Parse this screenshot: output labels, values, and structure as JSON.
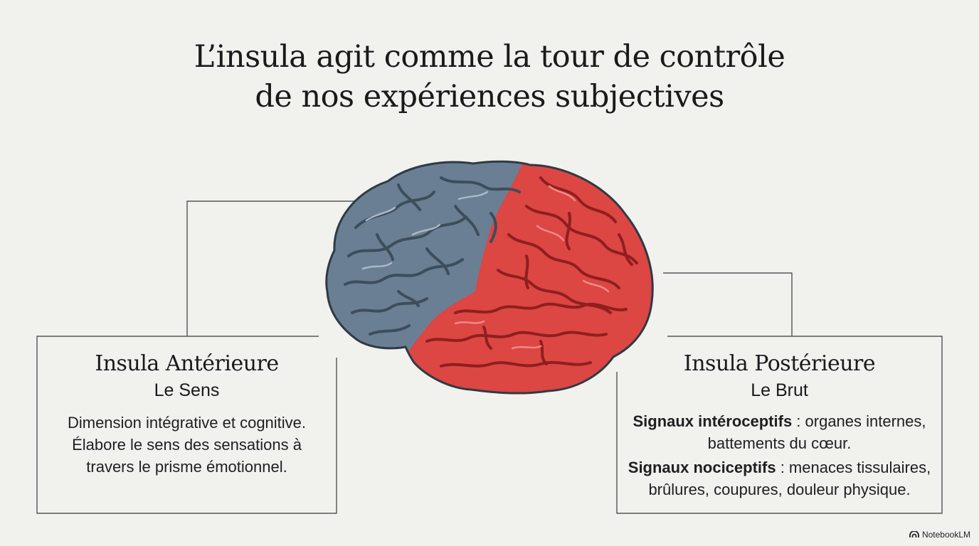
{
  "title": {
    "line1": "L’insula agit comme la tour de contrôle",
    "line2": "de nos expériences subjectives"
  },
  "colors": {
    "background": "#f1f1ed",
    "anterior_region": "#6a7f93",
    "posterior_region": "#dc4643",
    "line": "#3a3a3a"
  },
  "left_panel": {
    "heading": "Insula Antérieure",
    "subtitle": "Le Sens",
    "text": "Dimension intégrative et cognitive. Élabore le sens des sensations à travers le prisme émotionnel."
  },
  "right_panel": {
    "heading": "Insula Postérieure",
    "subtitle": "Le Brut",
    "item1_label": "Signaux intéroceptifs",
    "item1_text": " : organes internes, battements du cœur.",
    "item2_label": "Signaux nociceptifs",
    "item2_text": " : menaces tissulaires, brûlures, coupures, douleur physique."
  },
  "brand": {
    "icon": "notebooklm-logo-icon",
    "label": "NotebookLM"
  }
}
